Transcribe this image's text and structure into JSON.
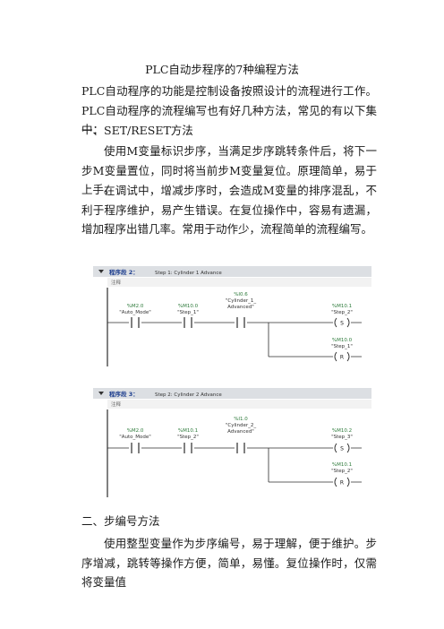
{
  "title": "PLC自动步程序的7种编程方法",
  "intro": "PLC自动程序的功能是控制设备按照设计的流程进行工作。PLC自动程序的流程编写也有好几种方法，常见的有以下集中：",
  "section1": {
    "heading": "一、SET/RESET方法",
    "p1": "使用M变量标识步序，当满足步序跳转条件后，将下一步M变量置位，同时将当前步M变量复位。原理简单，易于上手。",
    "p2": "在调试中，增减步序时，会造成M变量的排序混乱，不利于程序维护，易产生错误。在复位操作中，容易有遗漏，增加程序出错几率。常用于动作少，流程简单的流程编写。"
  },
  "ladder": {
    "comment_label": "注释",
    "networks": [
      {
        "header": "程序段 2：",
        "title": "Step 1: Cylinder 1 Advance",
        "contacts": [
          {
            "addr": "%M2.0",
            "name": "\"Auto_Mode\""
          },
          {
            "addr": "%M10.0",
            "name": "\"Step_1\""
          },
          {
            "addr": "%I0.6",
            "name": "\"Cylinder_1_",
            "name2": "Advanced\""
          }
        ],
        "coils": [
          {
            "addr": "%M10.1",
            "name": "\"Step_2\"",
            "type": "S"
          },
          {
            "addr": "%M10.0",
            "name": "\"Step_1\"",
            "type": "R"
          }
        ]
      },
      {
        "header": "程序段 3：",
        "title": "Step 2: Cylinder 2 Advance",
        "contacts": [
          {
            "addr": "%M2.0",
            "name": "\"Auto_Mode\""
          },
          {
            "addr": "%M10.1",
            "name": "\"Step_2\""
          },
          {
            "addr": "%I1.0",
            "name": "\"Cylinder_2_",
            "name2": "Advanced\""
          }
        ],
        "coils": [
          {
            "addr": "%M10.2",
            "name": "\"Step_3\"",
            "type": "S"
          },
          {
            "addr": "%M10.1",
            "name": "\"Step_2\"",
            "type": "R"
          }
        ]
      }
    ]
  },
  "section2": {
    "heading": "二、步编号方法",
    "p1": "使用整型变量作为步序编号，易于理解，便于维护。步序增减，跳转等操作方便，简单，易懂。复位操作时，仅需将变量值"
  },
  "colors": {
    "header_bg": "#dcdfe3",
    "comment_bg": "#f2f2f2",
    "addr": "#2d7a3a",
    "wire": "#2c2c2c",
    "title_blue": "#1f3f8f"
  }
}
